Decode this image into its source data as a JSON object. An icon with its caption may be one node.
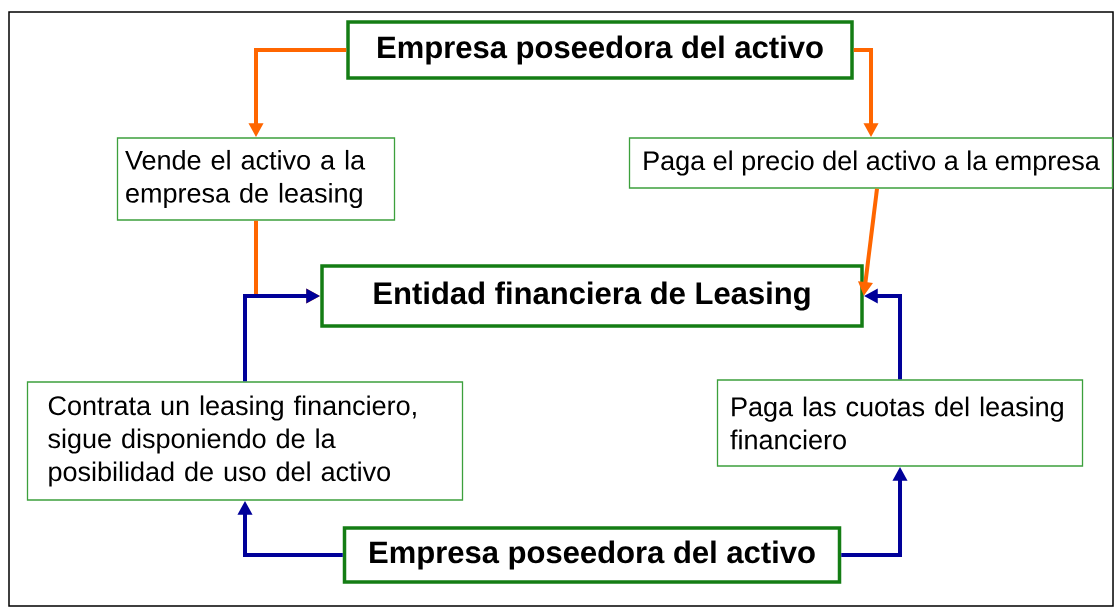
{
  "diagram": {
    "nodes": [
      {
        "text": [
          "Empresa poseedora del activo"
        ]
      },
      {
        "text": [
          "Vende el activo a la empresa de leasing"
        ]
      },
      {
        "text": [
          "Paga el precio del activo a la empresa"
        ]
      },
      {
        "text": [
          "Entidad financiera de Leasing"
        ]
      },
      {
        "text": [
          "Contrata un leasing financiero, sigue disponiendo de la posibilidad de uso del activo"
        ]
      },
      {
        "text": [
          "Paga las cuotas del leasing financiero"
        ]
      },
      {
        "text": [
          "Empresa poseedora del activo"
        ]
      }
    ],
    "edges": [
      {
        "from": 0,
        "to": 1,
        "arrow": "to",
        "color": "#ff6600"
      },
      {
        "from": 0,
        "to": 2,
        "arrow": "to",
        "color": "#ff6600"
      },
      {
        "from": 1,
        "to": 3,
        "arrow": "to",
        "color": "#ff6600"
      },
      {
        "from": 2,
        "to": 3,
        "arrow": "to",
        "color": "#ff6600"
      },
      {
        "from": 4,
        "to": 3,
        "arrow": "to",
        "color": "#000099"
      },
      {
        "from": 5,
        "to": 3,
        "arrow": "to",
        "color": "#000099"
      },
      {
        "from": 6,
        "to": 4,
        "arrow": "to",
        "color": "#000099"
      },
      {
        "from": 6,
        "to": 5,
        "arrow": "to",
        "color": "#000099"
      }
    ]
  }
}
